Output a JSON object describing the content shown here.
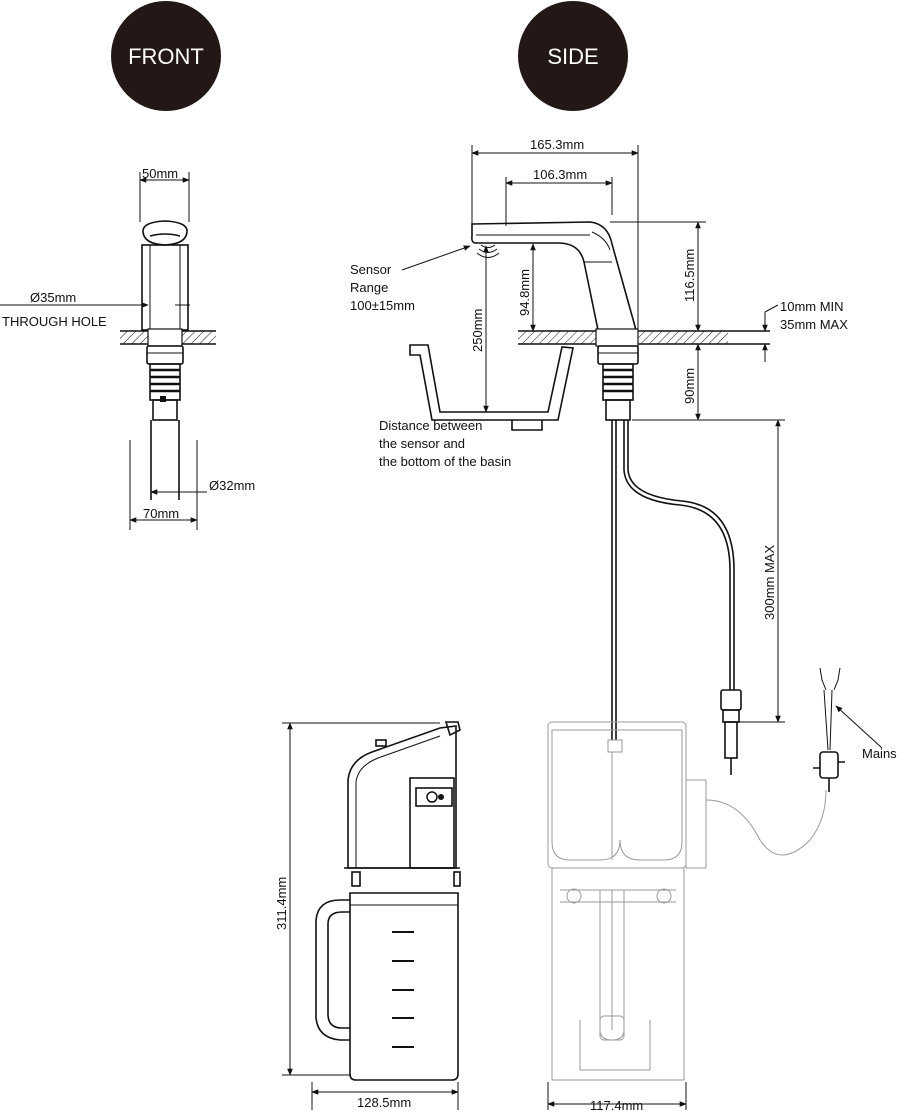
{
  "views": {
    "front": "FRONT",
    "side": "SIDE"
  },
  "front": {
    "width_top": "50mm",
    "hole_diameter": "Ø35mm",
    "hole_label": "THROUGH HOLE",
    "body_diameter": "Ø32mm",
    "base_width": "70mm"
  },
  "side": {
    "overall_length": "165.3mm",
    "spout_reach": "106.3mm",
    "height": "116.5mm",
    "spout_height": "94.8mm",
    "sensor_to_basin": "250mm",
    "deck_min": "10mm MIN",
    "deck_max": "35mm MAX",
    "shank_length": "90mm",
    "cable_max": "300mm MAX",
    "sensor_label": [
      "Sensor",
      "Range",
      "100±15mm"
    ],
    "basin_note": [
      "Distance between",
      "the sensor and",
      "the bottom of the basin"
    ],
    "mains_label": "Mains"
  },
  "control_box": {
    "height": "311.4mm",
    "depth": "128.5mm",
    "width": "117.4mm"
  }
}
